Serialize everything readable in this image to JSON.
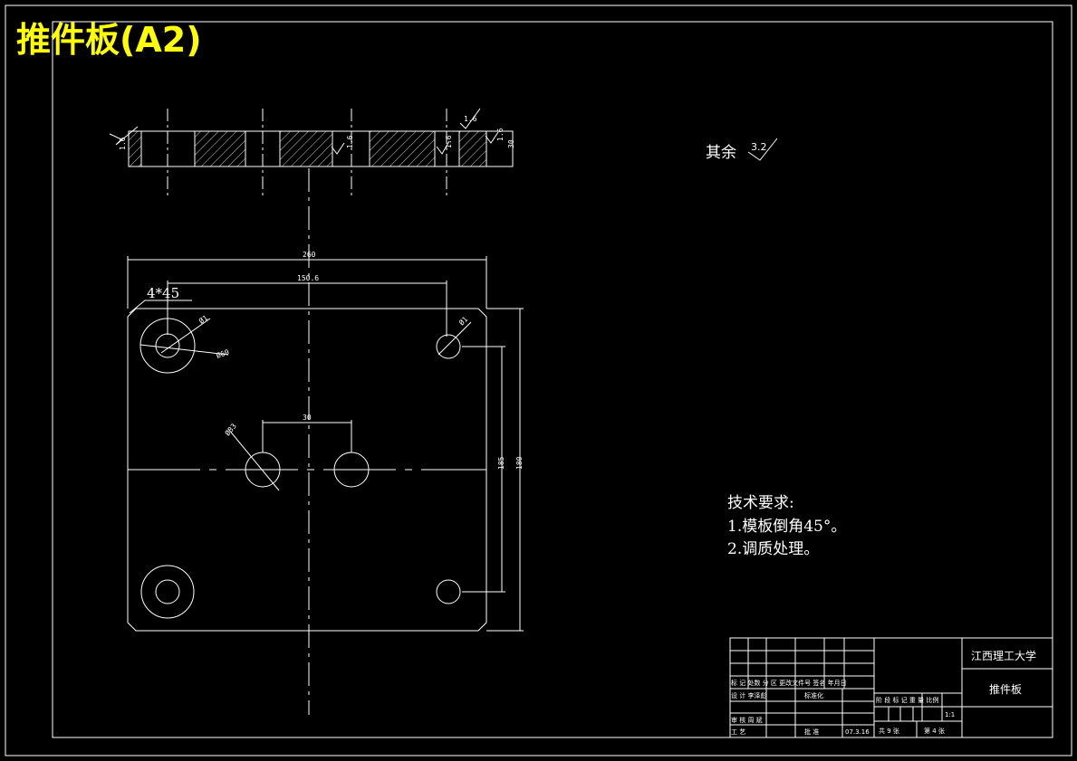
{
  "sheet": {
    "title": "推件板(A2)",
    "colors": {
      "background": "#000000",
      "line": "#ffffff",
      "title": "#ffff00"
    }
  },
  "section_view": {
    "roughness_labels": {
      "left": "1.6",
      "top": "1.6",
      "mid": "1.6",
      "right_a": "1.6",
      "right_b": "1.6"
    },
    "thickness_label": "30"
  },
  "surface_note": {
    "text": "其余",
    "value": "3.2"
  },
  "plan_view": {
    "dims": {
      "overall_width": "260",
      "hole_spacing_x": "150.6",
      "chamfer": "4*45",
      "bore_small": "Ø1",
      "bore_large": "Ø60",
      "corner_hole": "Ø1",
      "center_spacing": "30",
      "center_hole": "Ø33",
      "hole_spacing_y": "185",
      "overall_height": "180"
    }
  },
  "tech_requirements": {
    "heading": "技术要求:",
    "items": [
      "1.模板倒角45°。",
      "2.调质处理。"
    ]
  },
  "title_block": {
    "school": "江西理工大学",
    "part_name": "推件板",
    "row_revision": "标 记 处数  分  区 更改文件号  签名  年月日",
    "row_design": "设 计 李泽彪",
    "standardization": "标准化",
    "row_review": "审 核  周 斌",
    "row_process": "工 艺",
    "approve": "批 准",
    "date": "07.3.16",
    "stage_header": "阶 段 标 记  重 量  比例",
    "scale": "1:1",
    "sheet_total": "共 9 张",
    "sheet_num": "第 4 张"
  }
}
